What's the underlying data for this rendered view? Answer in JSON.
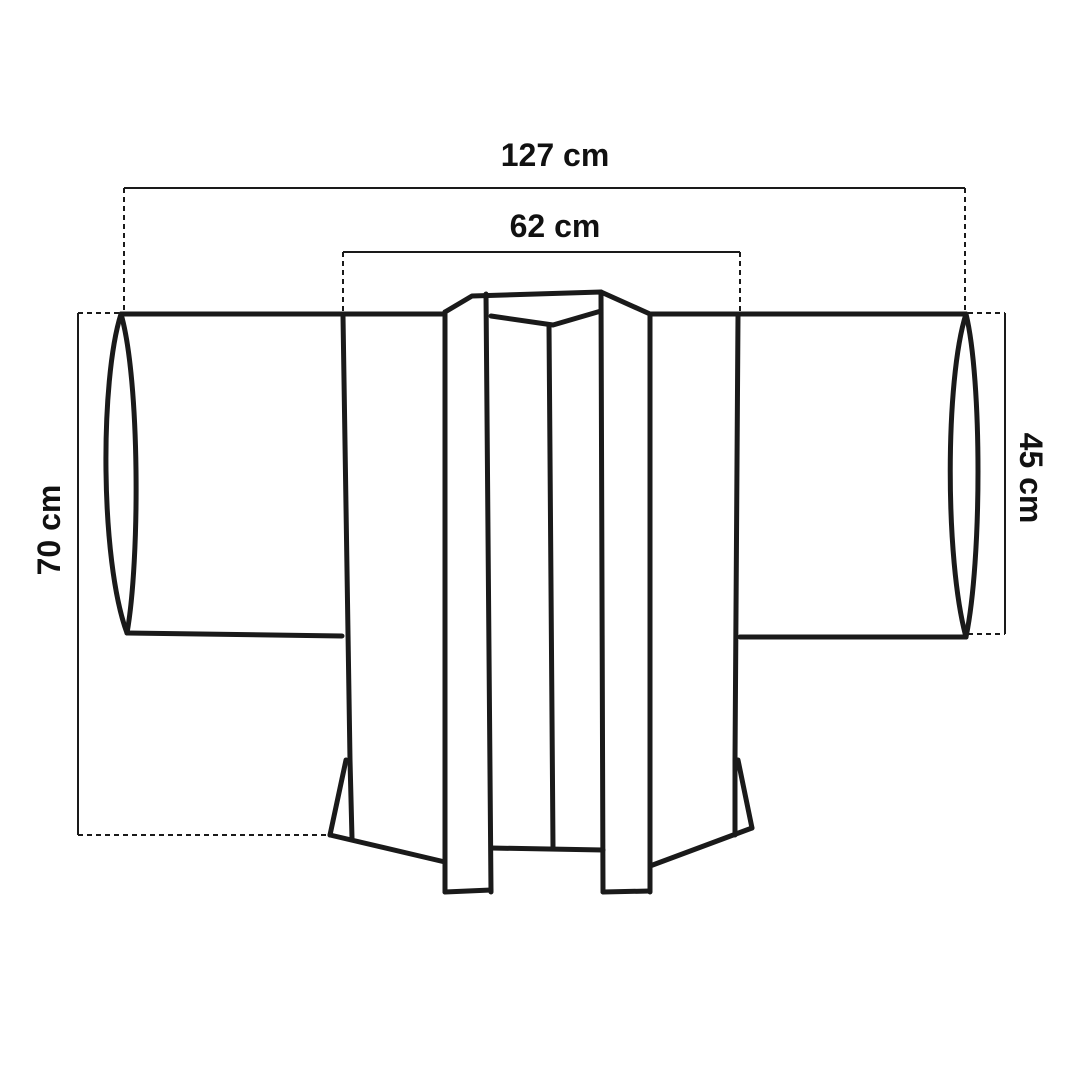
{
  "measurements": {
    "total_width": "127 cm",
    "body_width": "62 cm",
    "length": "70 cm",
    "sleeve_opening": "45 cm"
  },
  "colors": {
    "line": "#1a1a1a",
    "background": "#ffffff"
  }
}
